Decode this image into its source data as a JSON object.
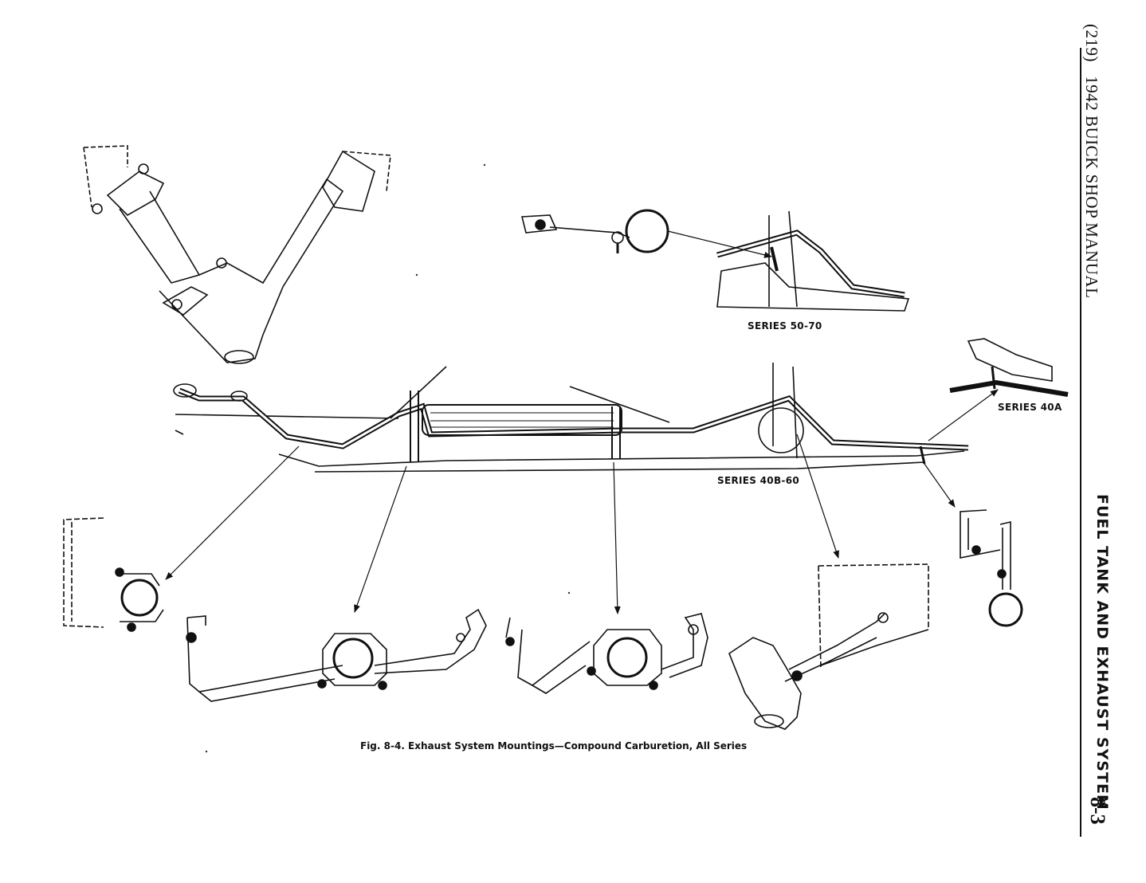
{
  "header": {
    "page_ref": "(219)",
    "manual_title": "1942 BUICK SHOP MANUAL"
  },
  "section": {
    "title": "FUEL TANK AND EXHAUST SYSTEM",
    "page_number": "8-3"
  },
  "labels": {
    "series_50_70": "SERIES 50-70",
    "series_40a": "SERIES 40A",
    "series_40b_60": "SERIES 40B-60"
  },
  "caption": "Fig. 8-4.  Exhaust System Mountings—Compound Carburetion, All Series"
}
